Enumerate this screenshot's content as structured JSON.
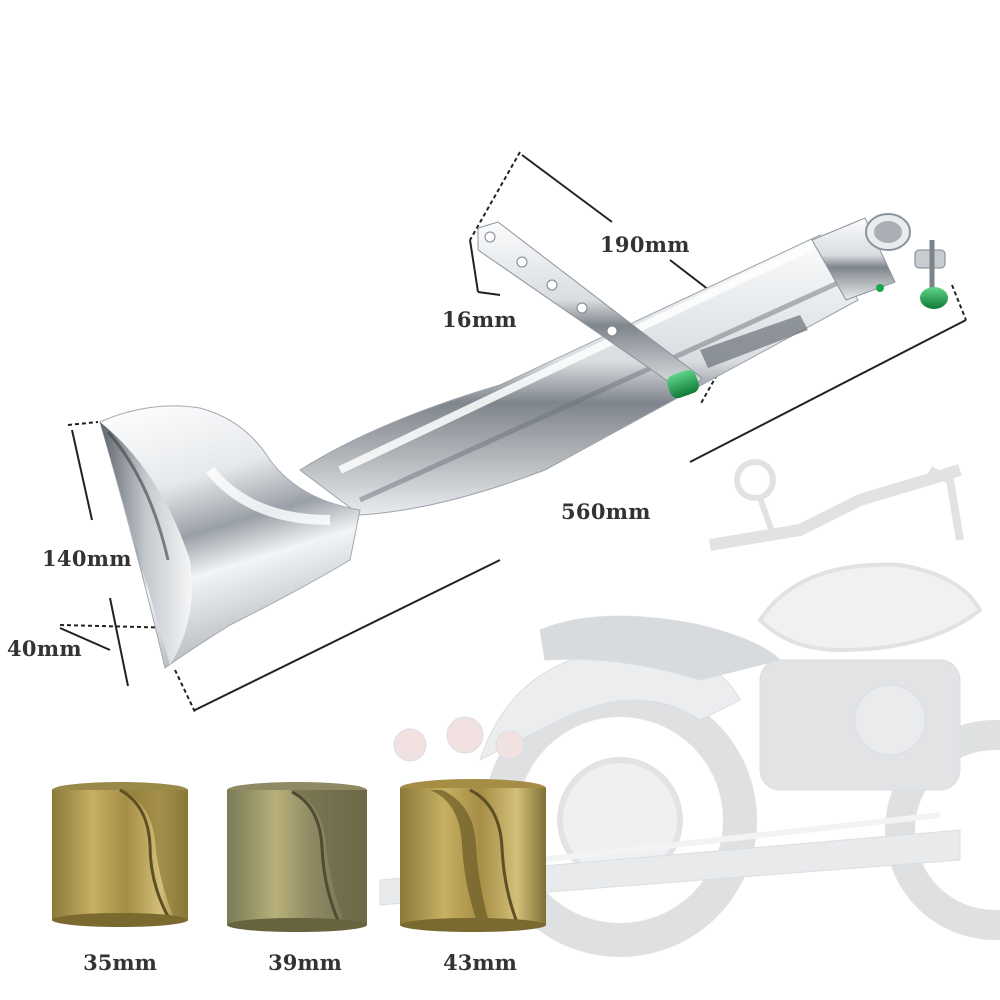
{
  "dimensions": {
    "bracket_length": "190mm",
    "bracket_width": "16mm",
    "overall_length": "560mm",
    "outlet_height": "140mm",
    "outlet_width": "40mm"
  },
  "adapters": [
    {
      "label": "35mm"
    },
    {
      "label": "39mm"
    },
    {
      "label": "43mm"
    }
  ],
  "colors": {
    "chrome_light": "#f4f6f8",
    "chrome_dark": "#8a9098",
    "accent_green": "#1aa64a",
    "adapter_brass": "#b39a4a",
    "background_bike": "#d8dbde"
  }
}
